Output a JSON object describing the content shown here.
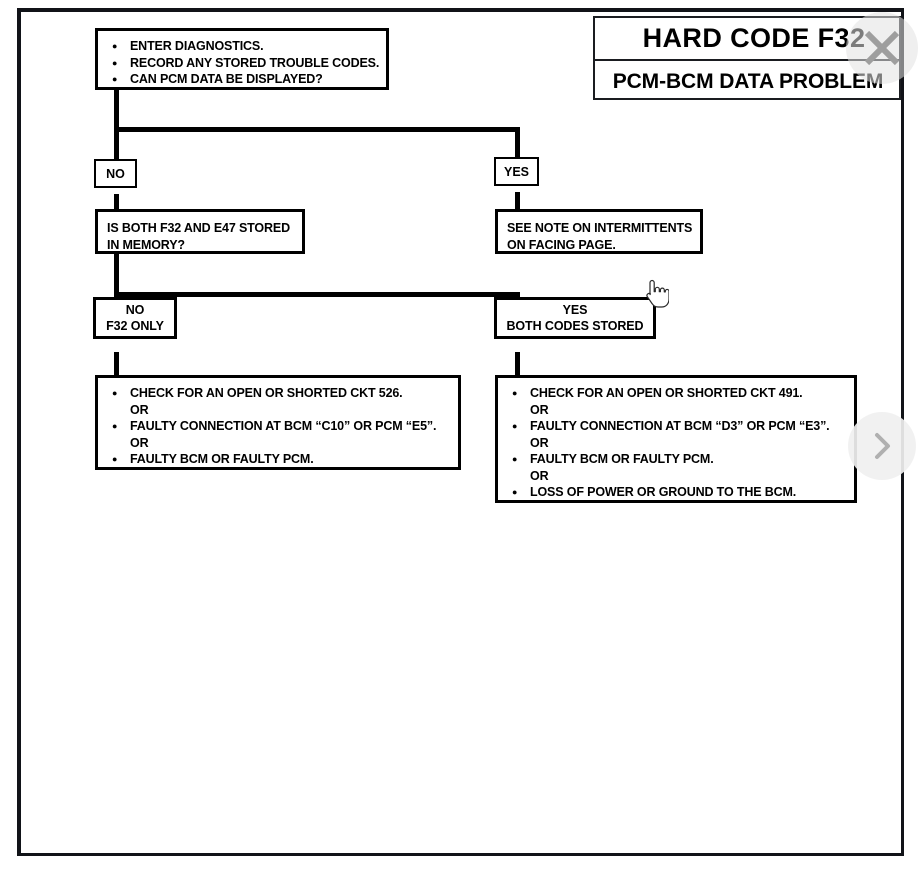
{
  "viewer": {
    "close_label": "close-icon",
    "next_label": "next-page-arrow",
    "cursor": "hand-pointer-cursor"
  },
  "document": {
    "title_line_1": "HARD CODE F32",
    "title_line_2": "PCM-BCM DATA PROBLEM"
  },
  "flowchart": {
    "start_box": {
      "items": [
        "ENTER DIAGNOSTICS.",
        "RECORD ANY STORED TROUBLE CODES.",
        "CAN PCM DATA BE DISPLAYED?"
      ]
    },
    "branch_1": {
      "no_tag": "NO",
      "yes_tag": "YES"
    },
    "no_question_box": {
      "line_1": "IS BOTH F32 AND E47 STORED",
      "line_2": "IN MEMORY?"
    },
    "yes_note_box": {
      "line_1": "SEE NOTE ON INTERMITTENTS",
      "line_2": "ON FACING PAGE."
    },
    "branch_2": {
      "no_tag_line_1": "NO",
      "no_tag_line_2": "F32 ONLY",
      "yes_tag_line_1": "YES",
      "yes_tag_line_2": "BOTH CODES STORED"
    },
    "left_result_box": {
      "items": [
        "CHECK FOR AN OPEN OR SHORTED CKT 526.",
        "OR",
        "FAULTY CONNECTION AT BCM “C10” OR PCM “E5”.",
        "OR",
        "FAULTY BCM OR FAULTY PCM."
      ]
    },
    "right_result_box": {
      "items": [
        "CHECK FOR AN OPEN OR SHORTED CKT 491.",
        "OR",
        "FAULTY CONNECTION AT BCM “D3” OR PCM “E3”.",
        "OR",
        "FAULTY BCM OR FAULTY PCM.",
        "OR",
        "LOSS OF POWER OR GROUND TO THE BCM."
      ]
    }
  },
  "colors": {
    "ink": "#000000",
    "paper": "#ffffff",
    "overlay_button": "#ebebeb",
    "overlay_glyph": "#9e9e9e"
  }
}
